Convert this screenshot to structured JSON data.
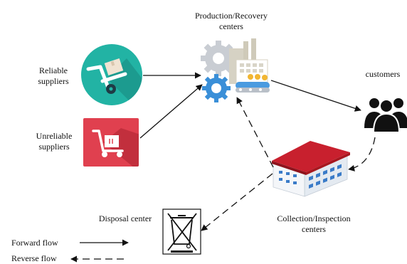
{
  "nodes": {
    "production": {
      "line1": "Production/Recovery",
      "line2": "centers"
    },
    "customers": {
      "label": "customers"
    },
    "reliable": {
      "line1": "Reliable",
      "line2": "suppliers"
    },
    "unreliable": {
      "line1": "Unreliable",
      "line2": "suppliers"
    },
    "collection": {
      "line1": "Collection/Inspection",
      "line2": "centers"
    },
    "disposal": {
      "label": "Disposal center"
    }
  },
  "legend": {
    "forward": "Forward flow",
    "reverse": "Reverse flow"
  },
  "colors": {
    "teal": "#22b3a4",
    "red": "#e0404f",
    "roof": "#c8202e",
    "wall": "#e9eef4",
    "window": "#3a7bc8",
    "gear": "#c9cdd3",
    "gearBlue": "#3a8fd8",
    "ink": "#111111"
  },
  "icons": {
    "reliable": "hand-truck-icon",
    "unreliable": "hand-truck-icon",
    "production": "factory-gears-icon",
    "customers": "people-group-icon",
    "collection": "warehouse-icon",
    "disposal": "crossed-bin-icon"
  }
}
